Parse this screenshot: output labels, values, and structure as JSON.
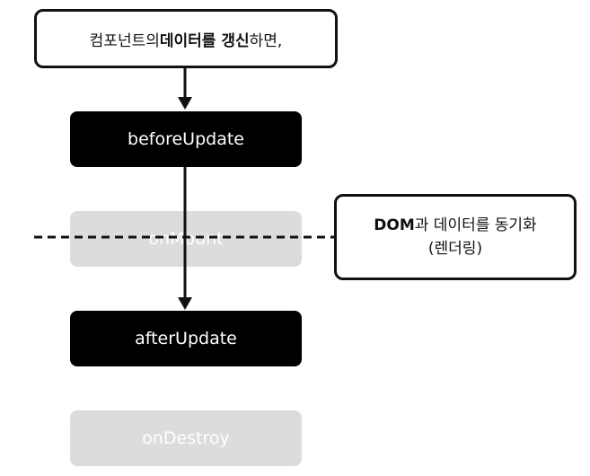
{
  "top_note": {
    "parts": [
      {
        "text": "컴포넌트의 ",
        "bold": false
      },
      {
        "text": "데이터를 갱신",
        "bold": true
      },
      {
        "text": "하면,",
        "bold": false
      }
    ]
  },
  "side_note": {
    "line1_bold": "DOM",
    "line1_rest": "과 데이터를 동기화",
    "line2": "(렌더링)"
  },
  "stages": [
    {
      "label": "beforeUpdate",
      "state": "active"
    },
    {
      "label": "onMount",
      "state": "faded"
    },
    {
      "label": "afterUpdate",
      "state": "active"
    },
    {
      "label": "onDestroy",
      "state": "faded"
    }
  ],
  "colors": {
    "active_fill": "#000000",
    "faded_fill": "#dcdcdc",
    "text_light": "#ffffff",
    "line": "#111111"
  }
}
